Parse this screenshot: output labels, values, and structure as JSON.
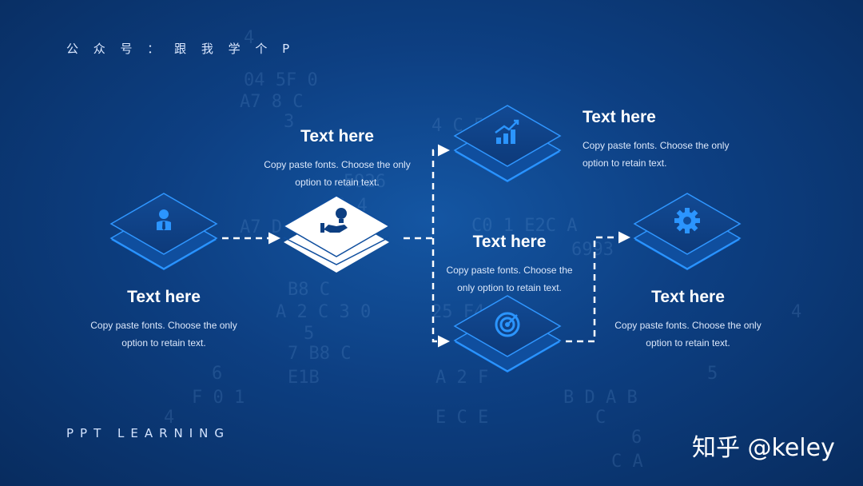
{
  "header": {
    "text": "公 众 号 ： 跟 我 学 个 P"
  },
  "footer": {
    "text": "PPT LEARNING"
  },
  "watermark": {
    "text": "知乎 @keley"
  },
  "nodes": [
    {
      "id": "node-1",
      "title": "Text here",
      "body": "Copy paste fonts. Choose the only option to retain text.",
      "icon": "person-tie-icon"
    },
    {
      "id": "node-2",
      "title": "Text here",
      "body": "Copy paste fonts. Choose the only option to retain text.",
      "icon": "lightbulb-hand-icon"
    },
    {
      "id": "node-3",
      "title": "Text here",
      "body": "Copy paste fonts. Choose the only option to retain text.",
      "icon": "bar-chart-growth-icon"
    },
    {
      "id": "node-4",
      "title": "Text here",
      "body": "Copy paste fonts. Choose the only option to retain text.",
      "icon": "target-icon"
    },
    {
      "id": "node-5",
      "title": "Text here",
      "body": "Copy paste fonts. Choose the only option to retain text.",
      "icon": "gear-icon"
    }
  ],
  "colors": {
    "accent": "#1e8cff",
    "line": "#ffffff",
    "highlight": "#ffffff"
  }
}
